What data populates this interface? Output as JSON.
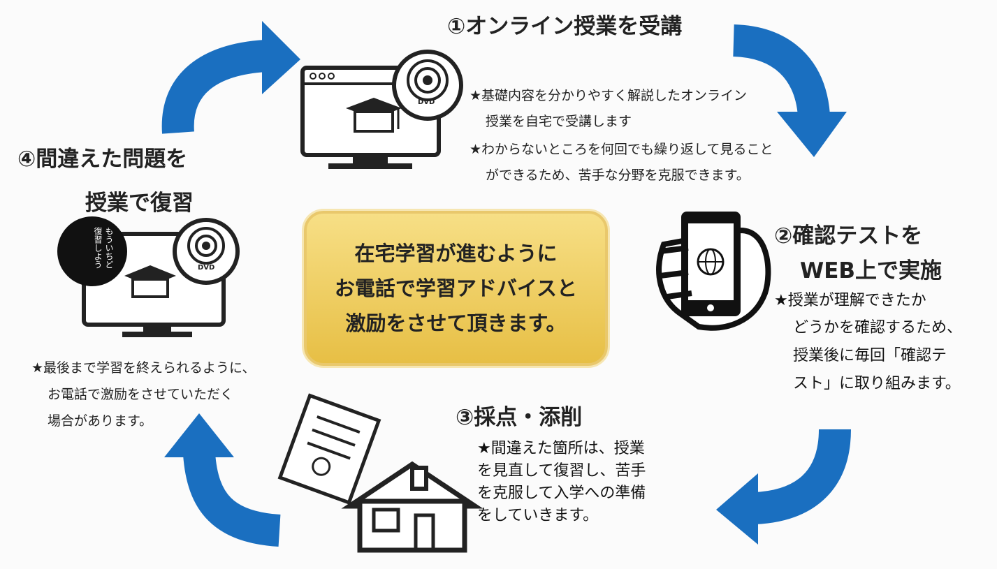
{
  "colors": {
    "arrow": "#1a6fc0",
    "center_bg": "#efcd5e"
  },
  "center": {
    "lines": [
      "在宅学習が進むように",
      "お電話で学習アドバイスと",
      "激励をさせて頂きます。"
    ]
  },
  "step1": {
    "title": "①オンライン授業を受講",
    "lines": [
      "★基礎内容を分かりやすく解説したオンライン",
      "授業を自宅で受講します",
      "★わからないところを何回でも繰り返して見ること",
      "ができるため、苦手な分野を克服できます。"
    ],
    "dvd_label": "DVD"
  },
  "step2": {
    "title_lines": [
      "②確認テストを",
      "WEB上で実施"
    ],
    "lines": [
      "★授業が理解できたか",
      "どうかを確認するため、",
      "授業後に毎回「確認テ",
      "スト」に取り組みます。"
    ]
  },
  "step3": {
    "title": "③採点・添削",
    "lines": [
      "★間違えた箇所は、授業",
      "を見直して復習し、苦手",
      "を克服して入学への準備",
      "をしていきます。"
    ]
  },
  "step4": {
    "title_lines": [
      "④間違えた問題を",
      "授業で復習"
    ],
    "lines": [
      "★最後まで学習を終えられるように、",
      "お電話で激励をさせていただく",
      "場合があります。"
    ],
    "badge_lines": [
      "もういちど",
      "復習しよう"
    ],
    "dvd_label": "DVD"
  }
}
